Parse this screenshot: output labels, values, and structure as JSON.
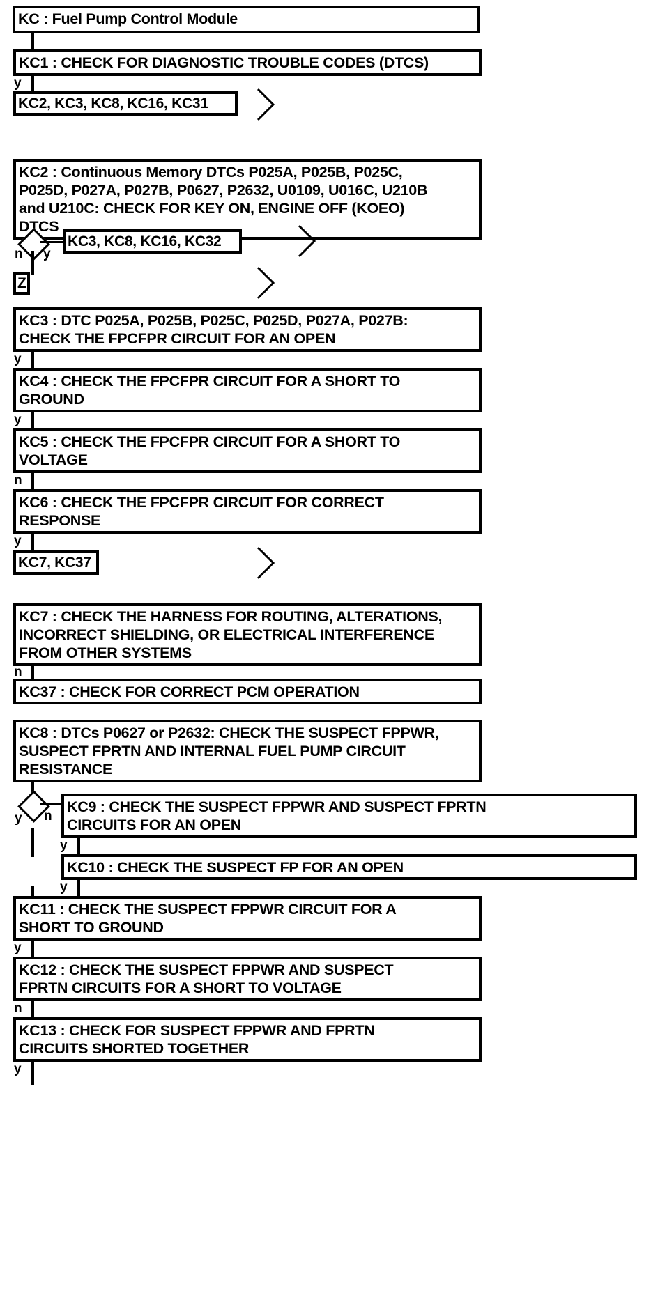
{
  "diagram": {
    "type": "flowchart",
    "title": "KC : Fuel Pump Control Module",
    "branch_labels": {
      "yes": "y",
      "no": "n"
    },
    "colors": {
      "line": "#000000",
      "fill": "#ffffff",
      "text": "#000000"
    },
    "nodes": [
      {
        "id": "KC",
        "label": "KC : Fuel Pump Control Module"
      },
      {
        "id": "KC1",
        "label": "KC1 : CHECK FOR DIAGNOSTIC TROUBLE CODES (DTCS)"
      },
      {
        "id": "REF1",
        "label": "KC2, KC3, KC8, KC16, KC31"
      },
      {
        "id": "KC2",
        "label": "KC2 : Continuous Memory DTCs P025A, P025B, P025C,\nP025D, P027A, P027B, P0627, P2632, U0109, U016C, U210B\nand U210C: CHECK FOR KEY ON, ENGINE OFF (KOEO)\nDTCS"
      },
      {
        "id": "REF2",
        "label": "KC3, KC8, KC16, KC32"
      },
      {
        "id": "REFZ",
        "label": "Z"
      },
      {
        "id": "KC3",
        "label": "KC3 : DTC P025A, P025B, P025C, P025D, P027A, P027B:\nCHECK THE FPCFPR CIRCUIT FOR AN OPEN"
      },
      {
        "id": "KC4",
        "label": "KC4 : CHECK THE FPCFPR CIRCUIT FOR A SHORT TO\nGROUND"
      },
      {
        "id": "KC5",
        "label": "KC5 : CHECK THE FPCFPR CIRCUIT FOR A SHORT TO\nVOLTAGE"
      },
      {
        "id": "KC6",
        "label": "KC6 : CHECK THE FPCFPR CIRCUIT FOR CORRECT\nRESPONSE"
      },
      {
        "id": "REF3",
        "label": "KC7, KC37"
      },
      {
        "id": "KC7",
        "label": "KC7 : CHECK THE HARNESS FOR ROUTING, ALTERATIONS,\nINCORRECT SHIELDING, OR ELECTRICAL INTERFERENCE\nFROM OTHER SYSTEMS"
      },
      {
        "id": "KC37",
        "label": "KC37 : CHECK FOR CORRECT PCM OPERATION"
      },
      {
        "id": "KC8",
        "label": "KC8 : DTCs P0627 or P2632: CHECK THE SUSPECT FPPWR,\nSUSPECT FPRTN AND INTERNAL FUEL PUMP CIRCUIT\nRESISTANCE"
      },
      {
        "id": "KC9",
        "label": "KC9 : CHECK THE SUSPECT FPPWR AND SUSPECT FPRTN\nCIRCUITS FOR AN OPEN"
      },
      {
        "id": "KC10",
        "label": "KC10 : CHECK THE SUSPECT FP FOR AN OPEN"
      },
      {
        "id": "KC11",
        "label": "KC11 : CHECK THE SUSPECT FPPWR CIRCUIT FOR A\nSHORT TO GROUND"
      },
      {
        "id": "KC12",
        "label": "KC12 : CHECK THE SUSPECT FPPWR AND SUSPECT\nFPRTN CIRCUITS FOR A SHORT TO VOLTAGE"
      },
      {
        "id": "KC13",
        "label": "KC13 : CHECK FOR SUSPECT FPPWR AND FPRTN\nCIRCUITS SHORTED TOGETHER"
      }
    ],
    "edges": [
      {
        "from": "KC",
        "to": "KC1",
        "label": ""
      },
      {
        "from": "KC1",
        "to": "REF1",
        "label": "y"
      },
      {
        "from": "KC2",
        "to": "REF2",
        "label": "y"
      },
      {
        "from": "KC2",
        "to": "REFZ",
        "label": "n"
      },
      {
        "from": "KC3",
        "to": "KC4",
        "label": "y"
      },
      {
        "from": "KC4",
        "to": "KC5",
        "label": "y"
      },
      {
        "from": "KC5",
        "to": "KC6",
        "label": "n"
      },
      {
        "from": "KC6",
        "to": "REF3",
        "label": "y"
      },
      {
        "from": "KC7",
        "to": "KC37",
        "label": "n"
      },
      {
        "from": "KC8",
        "to": "KC9",
        "label": "n"
      },
      {
        "from": "KC8",
        "to": "KC11",
        "label": "y"
      },
      {
        "from": "KC9",
        "to": "KC10",
        "label": "y"
      },
      {
        "from": "KC10",
        "to": "KC11",
        "label": "y"
      },
      {
        "from": "KC11",
        "to": "KC12",
        "label": "y"
      },
      {
        "from": "KC12",
        "to": "KC13",
        "label": "n"
      },
      {
        "from": "KC13",
        "to": "",
        "label": "y"
      }
    ],
    "labels": {
      "y1": "y",
      "y2": "y",
      "n2": "n",
      "y3": "y",
      "y4": "y",
      "n5": "n",
      "y6": "y",
      "n7": "n",
      "y8": "y",
      "n8": "n",
      "y9": "y",
      "y10": "y",
      "y11": "y",
      "n12": "n",
      "y13": "y"
    }
  }
}
